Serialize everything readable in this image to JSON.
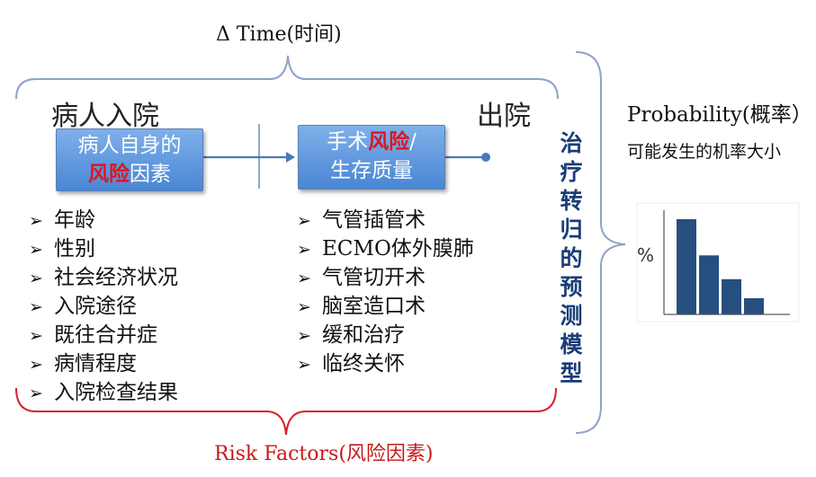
{
  "title_time": "Δ Time(时间)",
  "stage_start": "病人入院",
  "stage_end": "出院",
  "box_patient": {
    "line1": "病人自身的",
    "line2_red": "风险",
    "line2_rest": "因素"
  },
  "box_surgery": {
    "line1_a": "手术",
    "line1_red": "风险",
    "line1_b": "/",
    "line2": "生存质量"
  },
  "patient_factors": [
    "年龄",
    "性别",
    "社会经济状况",
    "入院途径",
    "既往合并症",
    "病情程度",
    "入院检查结果"
  ],
  "treatment_factors": [
    "气管插管术",
    "ECMO体外膜肺",
    "气管切开术",
    "脑室造口术",
    "缓和治疗",
    "临终关怀"
  ],
  "bullet_symbol": "➢",
  "model_label": [
    "治",
    "疗",
    "转",
    "归",
    "的",
    "预",
    "测",
    "模",
    "型"
  ],
  "probability_title": "Probability(概率）",
  "probability_subtitle": "可能发生的机率大小",
  "risk_factors_label": "Risk Factors(风险因素)",
  "chart_data": {
    "type": "bar",
    "ylabel": "%",
    "values": [
      1.0,
      0.62,
      0.37,
      0.17
    ],
    "color": "#264f80"
  },
  "colors": {
    "bracket_blue": "#8fa3c7",
    "bracket_red": "#d8202a",
    "box_blue": "#4a86d4",
    "dark_navy": "#1a3d78"
  }
}
